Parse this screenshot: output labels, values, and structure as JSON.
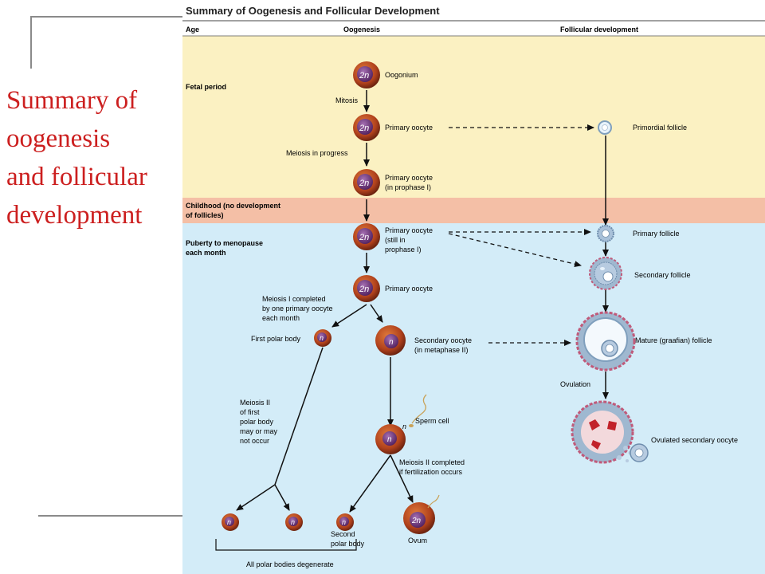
{
  "slide": {
    "title_lines": [
      "Summary of",
      "oogenesis",
      "and follicular",
      "development"
    ]
  },
  "figure": {
    "title": "Summary of Oogenesis and Follicular Development",
    "headers": {
      "age": "Age",
      "oogenesis": "Oogenesis",
      "follicular": "Follicular development"
    },
    "periods": {
      "fetal": "Fetal period",
      "childhood_1": "Childhood (no development",
      "childhood_2": "of follicles)",
      "puberty_1": "Puberty to menopause",
      "puberty_2": "each month"
    },
    "ploidy": {
      "diploid": "2n",
      "haploid": "n"
    },
    "cells": {
      "oogonium": "Oogonium",
      "primary_oocyte": "Primary oocyte",
      "primary_oocyte_prophase_1": "Primary oocyte",
      "primary_oocyte_prophase_2": "(in prophase I)",
      "primary_oocyte_still_1": "Primary oocyte",
      "primary_oocyte_still_2": "(still in",
      "primary_oocyte_still_3": "prophase I)",
      "primary_oocyte_puberty": "Primary oocyte",
      "first_polar_body": "First polar body",
      "secondary_oocyte_1": "Secondary oocyte",
      "secondary_oocyte_2": "(in metaphase II)",
      "sperm_cell": "Sperm cell",
      "second_polar_body_1": "Second",
      "second_polar_body_2": "polar body",
      "ovum": "Ovum"
    },
    "processes": {
      "mitosis": "Mitosis",
      "meiosis_in_progress": "Meiosis in progress",
      "meiosis_one_1": "Meiosis I completed",
      "meiosis_one_2": "by one primary oocyte",
      "meiosis_one_3": "each month",
      "meiosis_two_polar_1": "Meiosis II",
      "meiosis_two_polar_2": "of first",
      "meiosis_two_polar_3": "polar body",
      "meiosis_two_polar_4": "may or may",
      "meiosis_two_polar_5": "not occur",
      "meiosis_two_fert_1": "Meiosis II completed",
      "meiosis_two_fert_2": "if fertilization occurs",
      "degenerate": "All polar bodies degenerate",
      "ovulation": "Ovulation"
    },
    "follicles": {
      "primordial": "Primordial follicle",
      "primary": "Primary follicle",
      "secondary": "Secondary follicle",
      "mature": "Mature (graafian) follicle",
      "ovulated": "Ovulated secondary oocyte"
    },
    "colors": {
      "fetal_band": "#fbf1c2",
      "childhood_band": "#f4bfa6",
      "puberty_band": "#d3ecf8",
      "cell_outer": "#a33a1e",
      "cell_nucleus": "#6e2f77",
      "follicle_cell": "#9fb8d0",
      "follicle_theca": "#c05a7a"
    }
  }
}
